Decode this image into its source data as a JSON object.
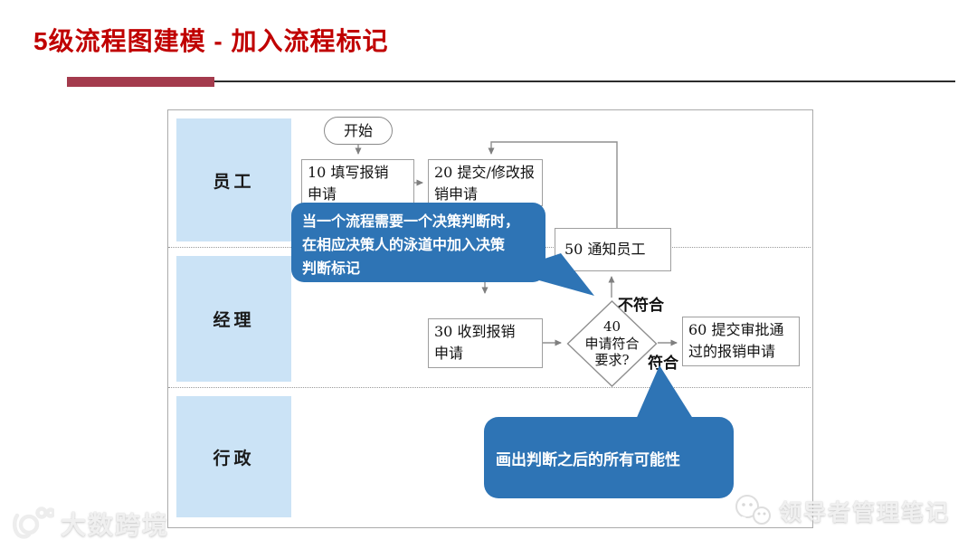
{
  "header": {
    "title": "5级流程图建模  - 加入流程标记",
    "title_color": "#c00000",
    "bar_color": "#a43b4d"
  },
  "swimlanes": [
    {
      "label": "员工"
    },
    {
      "label": "经理"
    },
    {
      "label": "行政"
    }
  ],
  "flowchart": {
    "start": {
      "label": "开始",
      "shape": "terminator"
    },
    "n10": {
      "label": "10 填写报销\n申请",
      "shape": "process"
    },
    "n20": {
      "label": "20 提交/修改报\n销申请",
      "shape": "process"
    },
    "n30": {
      "label": "30 收到报销\n申请",
      "shape": "process"
    },
    "n40": {
      "label": "40\n申请符合\n要求?",
      "shape": "decision"
    },
    "n50": {
      "label": "50 通知员工",
      "shape": "process"
    },
    "n60": {
      "label": "60 提交审批通\n过的报销申请",
      "shape": "process"
    },
    "edge_labels": {
      "no": "不符合",
      "yes": "符合"
    }
  },
  "callouts": [
    {
      "text": "当一个流程需要一个决策判断时，\n在相应决策人的泳道中加入决策\n判断标记",
      "color": "#2e74b5"
    },
    {
      "text": "画出判断之后的所有可能性",
      "color": "#2e74b5"
    }
  ],
  "watermarks": {
    "bottom_left": "大数跨境",
    "bottom_right": "领导者管理笔记"
  }
}
